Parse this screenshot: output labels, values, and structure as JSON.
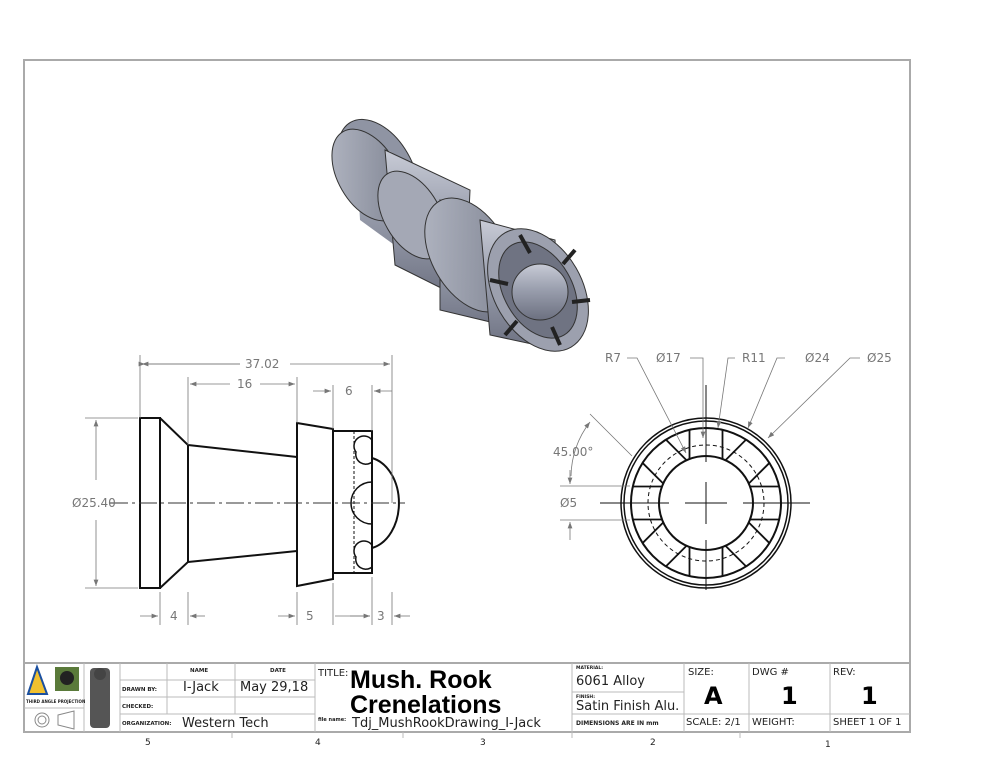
{
  "drawing": {
    "side_view": {
      "dimensions": {
        "overall_length": "37.02",
        "body_length": "16",
        "crenel_length": "6",
        "diameter": "Ø25.40",
        "flange_width": "4",
        "collar_width": "5",
        "tip_width": "3"
      }
    },
    "front_view": {
      "callouts": {
        "r_inner": "R7",
        "dia_17": "Ø17",
        "r_outer": "R11",
        "dia_24": "Ø24",
        "dia_25": "Ø25",
        "angle": "45.00°",
        "slot_width": "Ø5"
      }
    }
  },
  "title_block": {
    "name_header": "NAME",
    "date_header": "DATE",
    "drawn_by_label": "DRAWN BY:",
    "drawn_by": "I-Jack",
    "date": "May 29,18",
    "checked_label": "CHECKED:",
    "organization_label": "ORGANIZATION:",
    "organization": "Western Tech",
    "logo_caption": "THIRD ANGLE PROJECTION",
    "title_label": "TITLE:",
    "title_line1": "Mush. Rook",
    "title_line2": "Crenelations",
    "file_name_label": "file name:",
    "file_name": "Tdj_MushRookDrawing_I-Jack",
    "material_label": "MATERIAL:",
    "material": "6061 Alloy",
    "finish_label": "FINISH:",
    "finish": "Satin Finish Alu.",
    "dimensions_note": "DIMENSIONS ARE IN mm",
    "size_label": "SIZE:",
    "size": "A",
    "dwg_label": "DWG #",
    "dwg": "1",
    "rev_label": "REV:",
    "rev": "1",
    "scale": "SCALE: 2/1",
    "weight": "WEIGHT:",
    "sheet": "SHEET 1 OF 1"
  },
  "zones": [
    "5",
    "4",
    "3",
    "2",
    "1"
  ]
}
